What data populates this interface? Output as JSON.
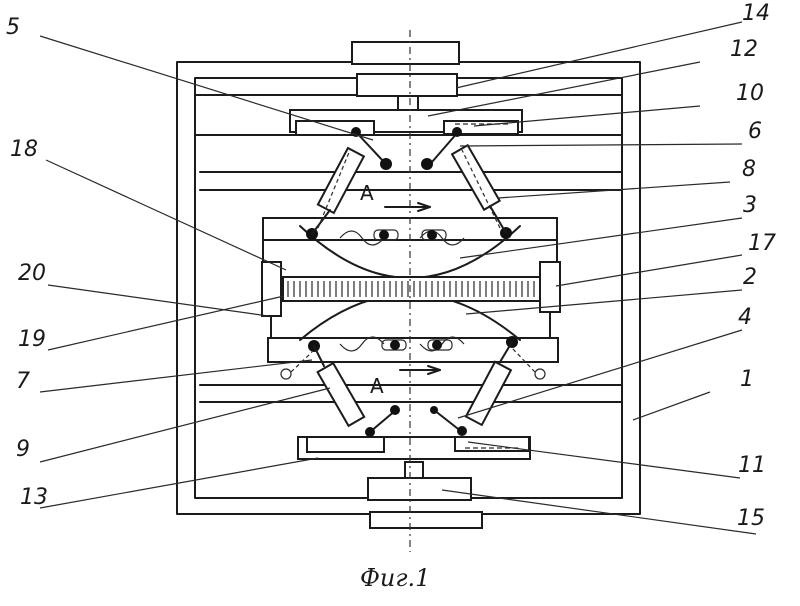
{
  "labels": {
    "l1": "1",
    "l2": "2",
    "l3": "3",
    "l4": "4",
    "l5": "5",
    "l6": "6",
    "l7": "7",
    "l8": "8",
    "l9": "9",
    "l10": "10",
    "l11": "11",
    "l12": "12",
    "l13": "13",
    "l14": "14",
    "l15": "15",
    "l17": "17",
    "l18": "18",
    "l19": "19",
    "l20": "20"
  },
  "section_marks": {
    "upper": "A",
    "lower": "A"
  },
  "caption": "Фиг.1"
}
